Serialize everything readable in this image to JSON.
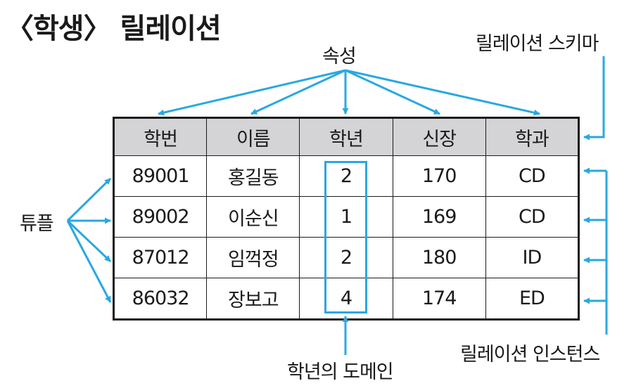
{
  "title": "〈학생〉 릴레이션",
  "labels": {
    "attribute": "속성",
    "schema": "릴레이션 스키마",
    "tuple": "튜플",
    "domain": "학년의 도메인",
    "instance": "릴레이션 인스턴스"
  },
  "table": {
    "headers": [
      "학번",
      "이름",
      "학년",
      "신장",
      "학과"
    ],
    "rows": [
      [
        "89001",
        "홍길동",
        "2",
        "170",
        "CD"
      ],
      [
        "89002",
        "이순신",
        "1",
        "169",
        "CD"
      ],
      [
        "87012",
        "임꺽정",
        "2",
        "180",
        "ID"
      ],
      [
        "86032",
        "장보고",
        "4",
        "174",
        "ED"
      ]
    ]
  },
  "colors": {
    "arrow": "#29a8e0",
    "header_bg": "#d4d4d6",
    "border": "#1a1a1a"
  }
}
